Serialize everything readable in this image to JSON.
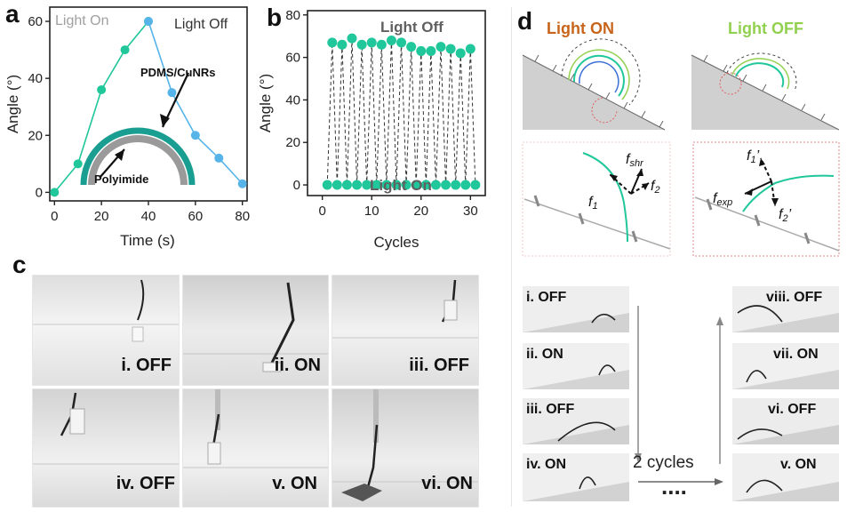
{
  "panels": {
    "a": "a",
    "b": "b",
    "c": "c",
    "d": "d"
  },
  "panel_a": {
    "light_on": "Light On",
    "light_off": "Light Off",
    "pdms_label": "PDMS/CuNRs",
    "polyimide_label": "Polyimide"
  },
  "panel_b": {
    "light_off": "Light Off",
    "light_on": "Light On"
  },
  "chart_data": [
    {
      "type": "line",
      "xlabel": "Time (s)",
      "ylabel": "Angle (°)",
      "xlim": [
        -2,
        82
      ],
      "ylim": [
        -3,
        65
      ],
      "xticks": [
        0,
        20,
        40,
        60,
        80
      ],
      "yticks": [
        0,
        20,
        40,
        60
      ],
      "series": [
        {
          "x": [
            0,
            10,
            20,
            30,
            40
          ],
          "y": [
            0,
            10,
            36,
            50,
            60
          ],
          "color": "#1fc79a"
        },
        {
          "x": [
            40,
            50,
            60,
            70,
            80
          ],
          "y": [
            60,
            35,
            20,
            12,
            3
          ],
          "color": "#56b4e9"
        }
      ]
    },
    {
      "type": "scatter",
      "xlabel": "Cycles",
      "ylabel": "Angle (°)",
      "xlim": [
        -3,
        33
      ],
      "ylim": [
        -5,
        82
      ],
      "xticks": [
        0,
        10,
        20,
        30
      ],
      "yticks": [
        0,
        20,
        40,
        60,
        80
      ],
      "series": [
        {
          "x": [
            1,
            3,
            5,
            7,
            9,
            11,
            13,
            15,
            17,
            19,
            21,
            23,
            25,
            27,
            29,
            31
          ],
          "y": [
            0,
            0,
            0,
            0,
            0,
            0,
            0,
            0,
            0,
            0,
            0,
            0,
            0,
            0,
            0,
            0
          ],
          "color": "#1fc79a"
        },
        {
          "x": [
            2,
            4,
            6,
            8,
            10,
            12,
            14,
            16,
            18,
            20,
            22,
            24,
            26,
            28,
            30
          ],
          "y": [
            67,
            66,
            69,
            66,
            67,
            66,
            68,
            67,
            65,
            63,
            63,
            65,
            64,
            62,
            64
          ],
          "color": "#1fc79a"
        }
      ]
    }
  ],
  "panel_c": {
    "captions": [
      "i. OFF",
      "ii. ON",
      "iii. OFF",
      "iv. OFF",
      "v. ON",
      "vi. ON"
    ]
  },
  "panel_d": {
    "light_on": "Light ON",
    "light_off": "Light OFF",
    "force_on": {
      "shr": "f",
      "shr_sub": "shr",
      "f1": "f",
      "f1_sub": "1",
      "f2": "f",
      "f2_sub": "2"
    },
    "force_off": {
      "exp": "f",
      "exp_sub": "exp",
      "f1": "f",
      "f1_sub": "1",
      "f1_prime": "’",
      "f2": "f",
      "f2_sub": "2",
      "f2_prime": "’"
    },
    "left_captions": [
      "i. OFF",
      "ii. ON",
      "iii. OFF",
      "iv. ON"
    ],
    "right_captions": [
      "viii. OFF",
      "vii. ON",
      "vi. OFF",
      "v. ON"
    ],
    "cycles_label": "2 cycles",
    "dots": "...."
  },
  "colors": {
    "green": "#1fc79a",
    "blue": "#56b4e9",
    "orange": "#c8651b",
    "light_green": "#92d050",
    "grey": "#d0d0d0"
  }
}
